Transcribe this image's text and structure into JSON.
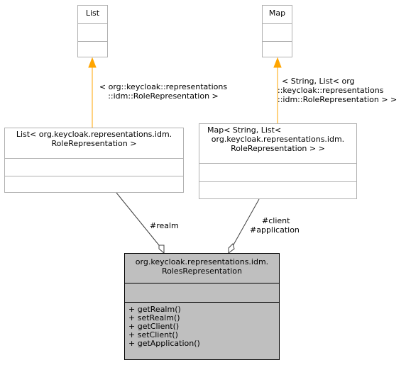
{
  "nodes": {
    "list": {
      "title": [
        "List"
      ]
    },
    "map": {
      "title": [
        "Map"
      ]
    },
    "list_role": {
      "title": [
        "List< org.keycloak.representations.idm.",
        "RoleRepresentation >"
      ]
    },
    "map_role": {
      "title": [
        "Map< String, List<",
        "org.keycloak.representations.idm.",
        "RoleRepresentation > >"
      ]
    },
    "roles": {
      "title": [
        "org.keycloak.representations.idm.",
        "RolesRepresentation"
      ],
      "operations": [
        "+ getRealm()",
        "+ setRealm()",
        "+ getClient()",
        "+ setClient()",
        "+ getApplication()"
      ]
    }
  },
  "edges": {
    "list_template": [
      "< org::keycloak::representations",
      "::idm::RoleRepresentation >"
    ],
    "map_template": [
      "< String, List< org",
      "::keycloak::representations",
      "::idm::RoleRepresentation > >"
    ],
    "realm": [
      "#realm"
    ],
    "client": [
      "#client",
      "#application"
    ]
  },
  "colors": {
    "template_arrow": "#ffa500",
    "association": "#404040",
    "highlight_fill": "#bfbfbf"
  }
}
